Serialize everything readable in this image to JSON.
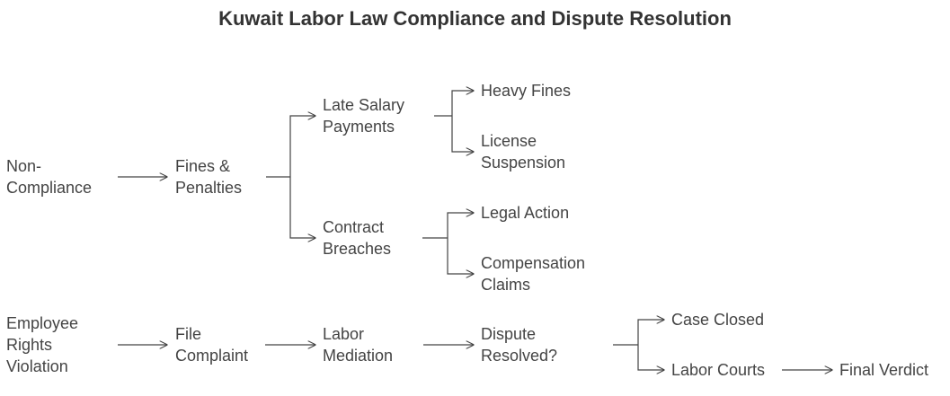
{
  "title": "Kuwait Labor Law Compliance and Dispute Resolution",
  "nodes": {
    "non_compliance": [
      "Non-",
      "Compliance"
    ],
    "fines_penalties": [
      "Fines &",
      "Penalties"
    ],
    "late_salary": [
      "Late Salary",
      "Payments"
    ],
    "contract_breaches": [
      "Contract",
      "Breaches"
    ],
    "heavy_fines": [
      "Heavy Fines"
    ],
    "license_suspension": [
      "License",
      "Suspension"
    ],
    "legal_action": [
      "Legal Action"
    ],
    "compensation_claims": [
      "Compensation",
      "Claims"
    ],
    "employee_rights": [
      "Employee",
      "Rights",
      "Violation"
    ],
    "file_complaint": [
      "File",
      "Complaint"
    ],
    "labor_mediation": [
      "Labor",
      "Mediation"
    ],
    "dispute_resolved": [
      "Dispute",
      "Resolved?"
    ],
    "case_closed": [
      "Case Closed"
    ],
    "labor_courts": [
      "Labor Courts"
    ],
    "final_verdict": [
      "Final Verdict"
    ]
  },
  "edges": [
    {
      "from": "non_compliance",
      "to": "fines_penalties"
    },
    {
      "from": "fines_penalties",
      "to": "late_salary"
    },
    {
      "from": "fines_penalties",
      "to": "contract_breaches"
    },
    {
      "from": "late_salary",
      "to": "heavy_fines"
    },
    {
      "from": "late_salary",
      "to": "license_suspension"
    },
    {
      "from": "contract_breaches",
      "to": "legal_action"
    },
    {
      "from": "contract_breaches",
      "to": "compensation_claims"
    },
    {
      "from": "employee_rights",
      "to": "file_complaint"
    },
    {
      "from": "file_complaint",
      "to": "labor_mediation"
    },
    {
      "from": "labor_mediation",
      "to": "dispute_resolved"
    },
    {
      "from": "dispute_resolved",
      "to": "case_closed"
    },
    {
      "from": "dispute_resolved",
      "to": "labor_courts"
    },
    {
      "from": "labor_courts",
      "to": "final_verdict"
    }
  ]
}
